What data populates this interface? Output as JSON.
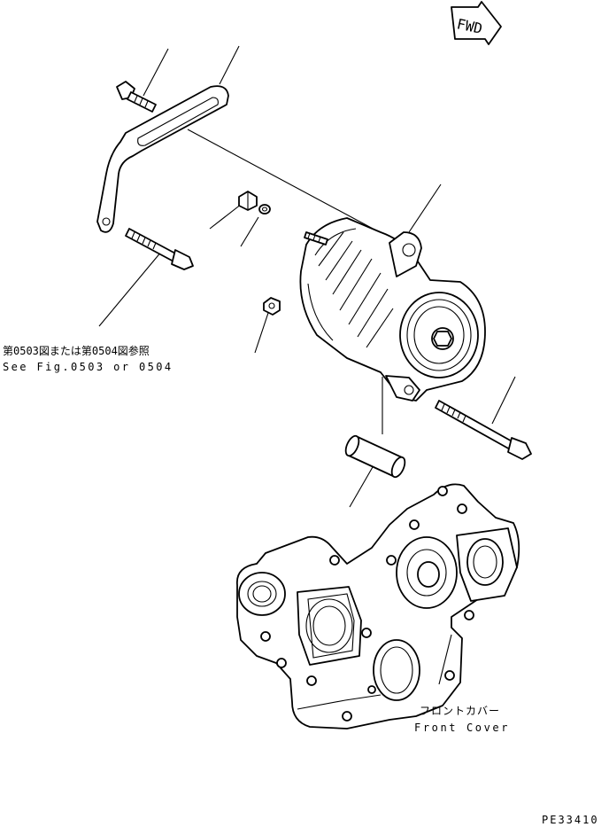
{
  "fwd_label": "FWD",
  "ref_note_jp": "第0503図または第0504図参照",
  "ref_note_en": "See Fig.0503 or 0504",
  "front_cover_jp": "フロントカバー",
  "front_cover_en": "Front Cover",
  "drawing_code": "PE33410"
}
